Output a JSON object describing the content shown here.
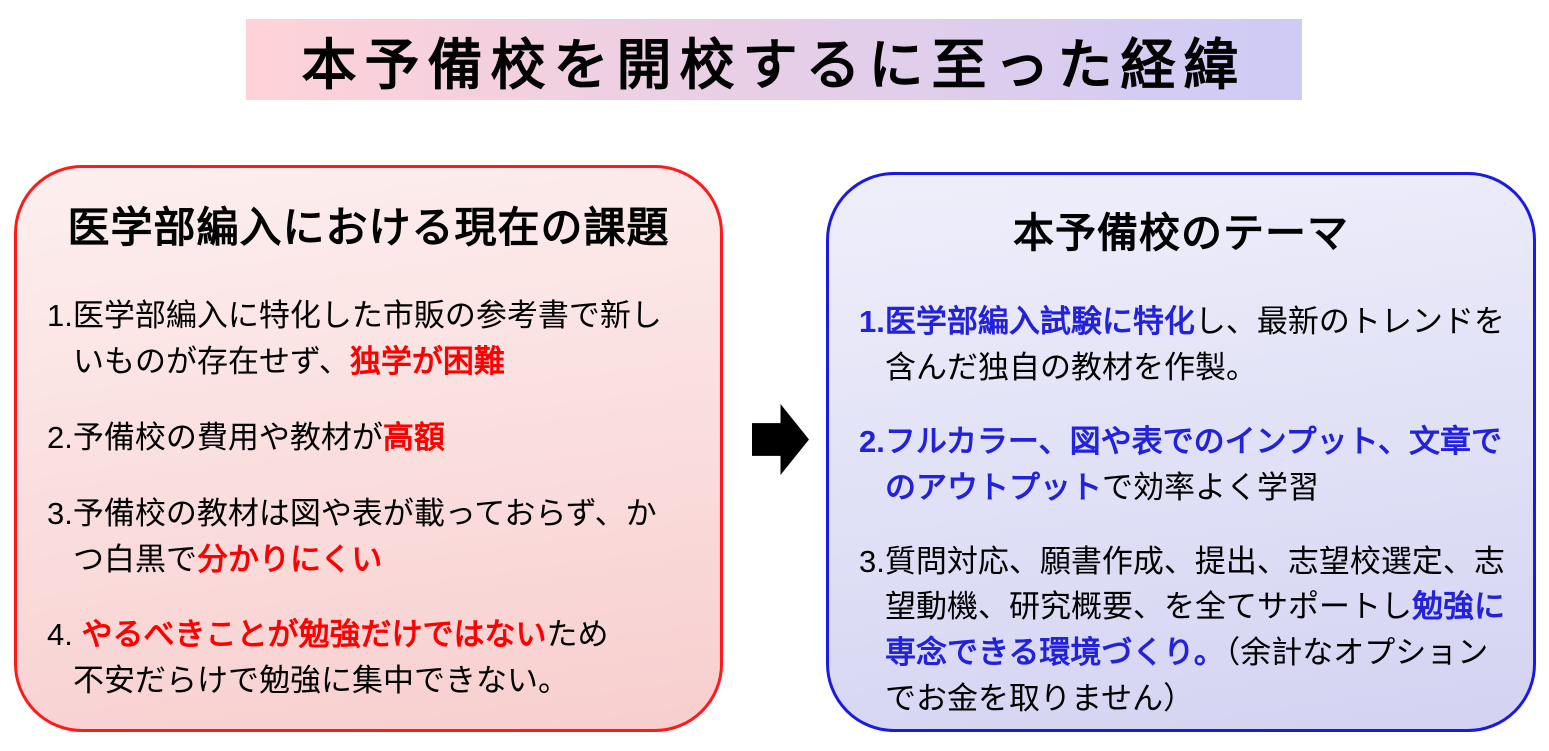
{
  "palette": {
    "title_grad_left": "#FFD2D8",
    "title_grad_right": "#CECBF6",
    "left_border": "#FF1A1A",
    "left_bg_top": "#FDEFEF",
    "left_bg_bottom": "#F8CECE",
    "left_em": "#FF0000",
    "right_border": "#1A1AE6",
    "right_bg_top": "#EFEFFB",
    "right_bg_bottom": "#D3D3F2",
    "right_em": "#2222DD",
    "arrow_fill": "#000000"
  },
  "title": {
    "text": "本予備校を開校するに至った経緯"
  },
  "left_card": {
    "heading": "医学部編入における現在の課題",
    "items": [
      {
        "segments": [
          {
            "t": "1.医学部編入に特化した市販の参考書で新し\nいものが存在せず、",
            "em": false
          },
          {
            "t": "独学が困難",
            "em": true
          }
        ]
      },
      {
        "segments": [
          {
            "t": "2.予備校の費用や教材が",
            "em": false
          },
          {
            "t": "高額",
            "em": true
          }
        ]
      },
      {
        "segments": [
          {
            "t": "3.予備校の教材は図や表が載っておらず、か\nつ白黒で",
            "em": false
          },
          {
            "t": "分かりにくい",
            "em": true
          }
        ]
      },
      {
        "segments": [
          {
            "t": "4. ",
            "em": false
          },
          {
            "t": "やるべきことが勉強だけではない",
            "em": true
          },
          {
            "t": "ため\n不安だらけで勉強に集中できない。",
            "em": false
          }
        ]
      }
    ]
  },
  "right_card": {
    "heading": "本予備校のテーマ",
    "items": [
      {
        "segments": [
          {
            "t": "1.医学部編入試験に特化",
            "em": true
          },
          {
            "t": "し、最新のトレンドを\n含んだ独自の教材を作製。",
            "em": false
          }
        ]
      },
      {
        "segments": [
          {
            "t": "2.フルカラー、図や表でのインプット、文章で\nのアウトプット",
            "em": true
          },
          {
            "t": "で効率よく学習",
            "em": false
          }
        ]
      },
      {
        "segments": [
          {
            "t": "3.質問対応、願書作成、提出、志望校選定、志\n望動機、研究概要、を全てサポートし",
            "em": false
          },
          {
            "t": "勉強に\n専念できる環境づくり。",
            "em": true
          },
          {
            "t": "（余計なオプション\nでお金を取りません）",
            "em": false
          }
        ]
      }
    ]
  },
  "arrow": {
    "icon": "arrow-right-icon"
  }
}
